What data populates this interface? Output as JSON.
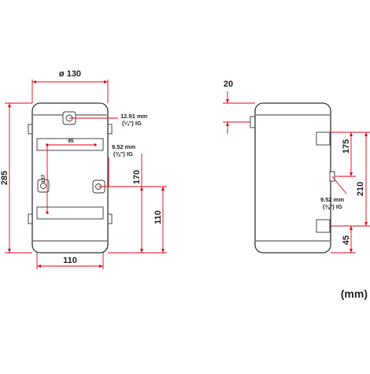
{
  "colors": {
    "dimension_line": "#e30613",
    "outline": "#333333",
    "text": "#222222"
  },
  "front_view": {
    "width_label": "ø 130",
    "height_label": "285",
    "base_width_label": "110",
    "bracket_spacing_label": "95",
    "bracket_vertical_label": "187",
    "fitting_height_170": "170",
    "fitting_height_110": "110",
    "top_fitting_callout": {
      "line1": "12.91 mm",
      "line2": "(¼\") IG"
    },
    "side_fitting_callout": {
      "line1": "9.52 mm",
      "line2": "(⅜\") IG"
    }
  },
  "side_view": {
    "top_offset_label": "20",
    "upper_bracket_label": "175",
    "middle_label": "210",
    "bottom_offset_label": "45",
    "fitting_callout": {
      "line1": "9.52 mm",
      "line2": "(⅜\") IG"
    }
  },
  "units_label": "(mm)"
}
